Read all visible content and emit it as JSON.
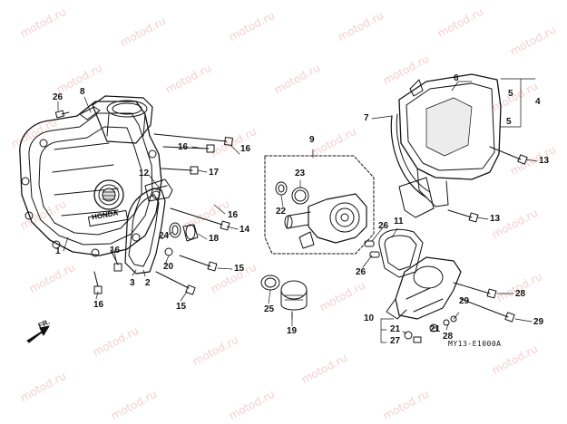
{
  "watermark": "motod.ru",
  "diagram_code": "MY13-E1000A",
  "front_marker": "FR.",
  "brand_mark": "HONDA",
  "callouts": {
    "c1": "1",
    "c2": "2",
    "c3": "3",
    "c4": "4",
    "c5a": "5",
    "c5b": "5",
    "c6": "6",
    "c7": "7",
    "c8": "8",
    "c9": "9",
    "c10": "10",
    "c11": "11",
    "c12": "12",
    "c13a": "13",
    "c13b": "13",
    "c14": "14",
    "c15a": "15",
    "c15b": "15",
    "c16a": "16",
    "c16b": "16",
    "c16c": "16",
    "c16d": "16",
    "c16e": "16",
    "c17": "17",
    "c18": "18",
    "c19": "19",
    "c20": "20",
    "c21a": "21",
    "c21b": "21",
    "c22": "22",
    "c23": "23",
    "c24": "24",
    "c25": "25",
    "c26a": "26",
    "c26b": "26",
    "c26c": "26",
    "c27": "27",
    "c28a": "28",
    "c28b": "28",
    "c29a": "29",
    "c29b": "29"
  }
}
